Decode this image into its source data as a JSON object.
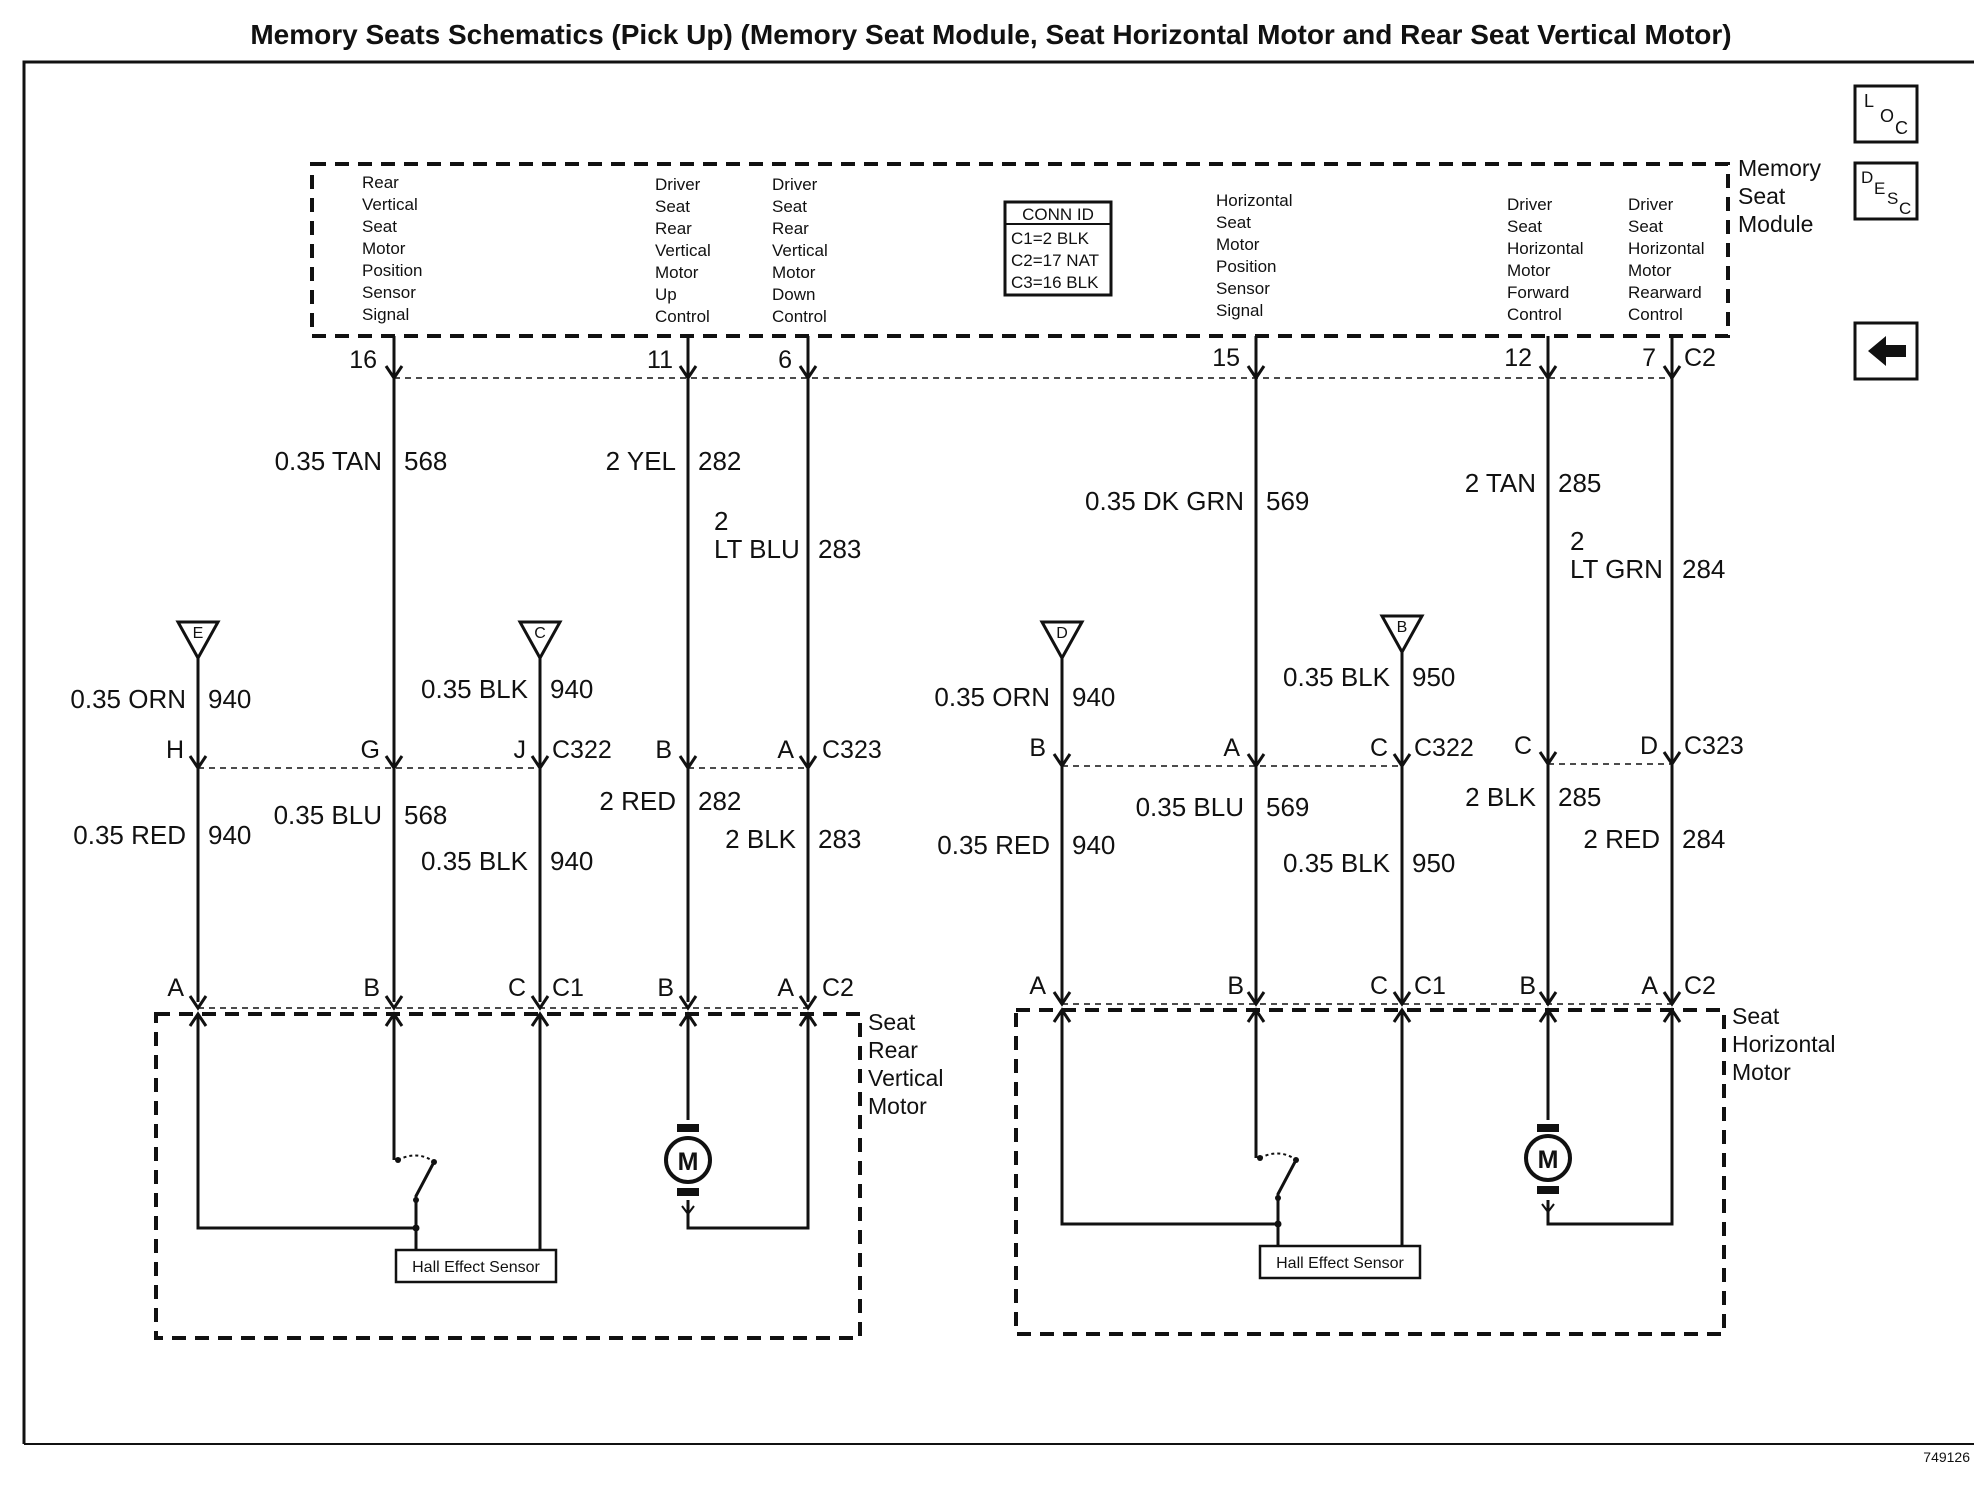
{
  "title": "Memory Seats Schematics (Pick Up) (Memory Seat Module, Seat Horizontal Motor and Rear Seat Vertical Motor)",
  "nav": {
    "loc": [
      "L",
      "O",
      "C"
    ],
    "desc": [
      "D",
      "E",
      "S",
      "C"
    ],
    "back_icon": "left-arrow-icon"
  },
  "module": {
    "label": [
      "Memory",
      "Seat",
      "Module"
    ],
    "conn_id": {
      "title": "CONN ID",
      "rows": [
        "C1=2 BLK",
        "C2=17 NAT",
        "C3=16 BLK"
      ]
    },
    "functions": [
      [
        "Rear",
        "Vertical",
        "Seat",
        "Motor",
        "Position",
        "Sensor",
        "Signal"
      ],
      [
        "Driver",
        "Seat",
        "Rear",
        "Vertical",
        "Motor",
        "Up",
        "Control"
      ],
      [
        "Driver",
        "Seat",
        "Rear",
        "Vertical",
        "Motor",
        "Down",
        "Control"
      ],
      [
        "Horizontal",
        "Seat",
        "Motor",
        "Position",
        "Sensor",
        "Signal"
      ],
      [
        "Driver",
        "Seat",
        "Horizontal",
        "Motor",
        "Forward",
        "Control"
      ],
      [
        "Driver",
        "Seat",
        "Horizontal",
        "Motor",
        "Rearward",
        "Control"
      ]
    ],
    "pins": [
      "16",
      "11",
      "6",
      "15",
      "12",
      "7"
    ],
    "connector": "C2"
  },
  "upper_wires": [
    {
      "color": "0.35 TAN",
      "circuit": "568"
    },
    {
      "color": "2 YEL",
      "circuit": "282"
    },
    {
      "color": [
        "2",
        "LT BLU"
      ],
      "circuit": "283"
    },
    {
      "color": "0.35 DK GRN",
      "circuit": "569"
    },
    {
      "color": "2 TAN",
      "circuit": "285"
    },
    {
      "color": [
        "2",
        "LT GRN"
      ],
      "circuit": "284"
    }
  ],
  "grounds": [
    {
      "id": "E",
      "color": "0.35 ORN",
      "circuit": "940"
    },
    {
      "id": "C",
      "color": "0.35 BLK",
      "circuit": "940"
    },
    {
      "id": "D",
      "color": "0.35 ORN",
      "circuit": "940"
    },
    {
      "id": "B",
      "color": "0.35 BLK",
      "circuit": "950"
    }
  ],
  "mid_connectors": {
    "left_c322": {
      "pins": [
        "H",
        "G",
        "J"
      ],
      "name": "C322"
    },
    "left_c323": {
      "pins": [
        "B",
        "A"
      ],
      "name": "C323"
    },
    "right_c322": {
      "pins": [
        "B",
        "A",
        "C"
      ],
      "name": "C322"
    },
    "right_c323": {
      "pins": [
        "C",
        "D"
      ],
      "name": "C323"
    }
  },
  "lower_wires": [
    {
      "color": "0.35 RED",
      "circuit": "940"
    },
    {
      "color": "0.35 BLU",
      "circuit": "568"
    },
    {
      "color": "0.35 BLK",
      "circuit": "940"
    },
    {
      "color": "2 RED",
      "circuit": "282"
    },
    {
      "color": "2 BLK",
      "circuit": "283"
    },
    {
      "color": "0.35 RED",
      "circuit": "940"
    },
    {
      "color": "0.35 BLU",
      "circuit": "569"
    },
    {
      "color": "0.35 BLK",
      "circuit": "950"
    },
    {
      "color": "2 BLK",
      "circuit": "285"
    },
    {
      "color": "2 RED",
      "circuit": "284"
    }
  ],
  "components": {
    "left": {
      "label": [
        "Seat",
        "Rear",
        "Vertical",
        "Motor"
      ],
      "c1_pins": [
        "A",
        "B",
        "C"
      ],
      "c1": "C1",
      "c2_pins": [
        "B",
        "A"
      ],
      "c2": "C2",
      "sensor": "Hall Effect Sensor",
      "motor": "M"
    },
    "right": {
      "label": [
        "Seat",
        "Horizontal",
        "Motor"
      ],
      "c1_pins": [
        "A",
        "B",
        "C"
      ],
      "c1": "C1",
      "c2_pins": [
        "B",
        "A"
      ],
      "c2": "C2",
      "sensor": "Hall Effect Sensor",
      "motor": "M"
    }
  },
  "figure_id": "749126"
}
